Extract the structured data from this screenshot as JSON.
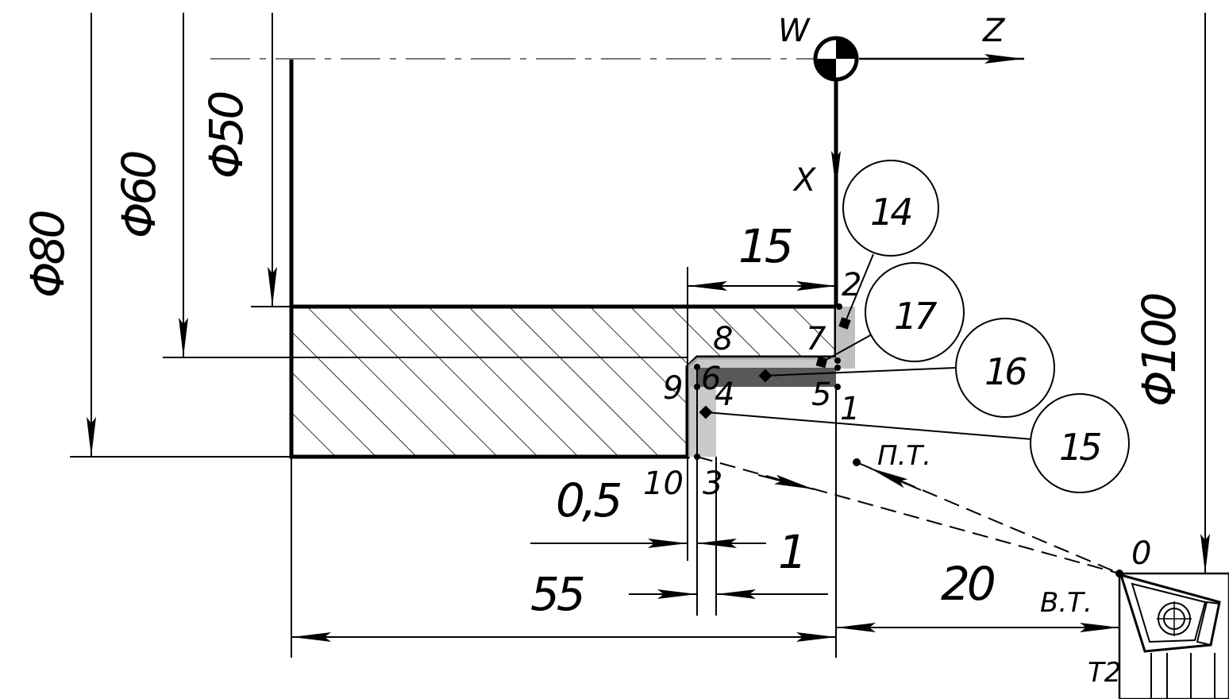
{
  "axes": {
    "origin": "W",
    "z": "Z",
    "x": "X"
  },
  "diameters": [
    "Φ80",
    "Φ60",
    "Φ50",
    "Φ100"
  ],
  "dimensions": {
    "d15": "15",
    "d05": "0,5",
    "d1": "1",
    "d55": "55",
    "d20": "20"
  },
  "points": [
    "2",
    "8",
    "7",
    "9",
    "6",
    "4",
    "5",
    "1",
    "10",
    "3",
    "0"
  ],
  "labels": {
    "pt": "П.Т.",
    "vt": "В.Т.",
    "tool": "Т2"
  },
  "callouts": [
    "14",
    "17",
    "16",
    "15"
  ]
}
